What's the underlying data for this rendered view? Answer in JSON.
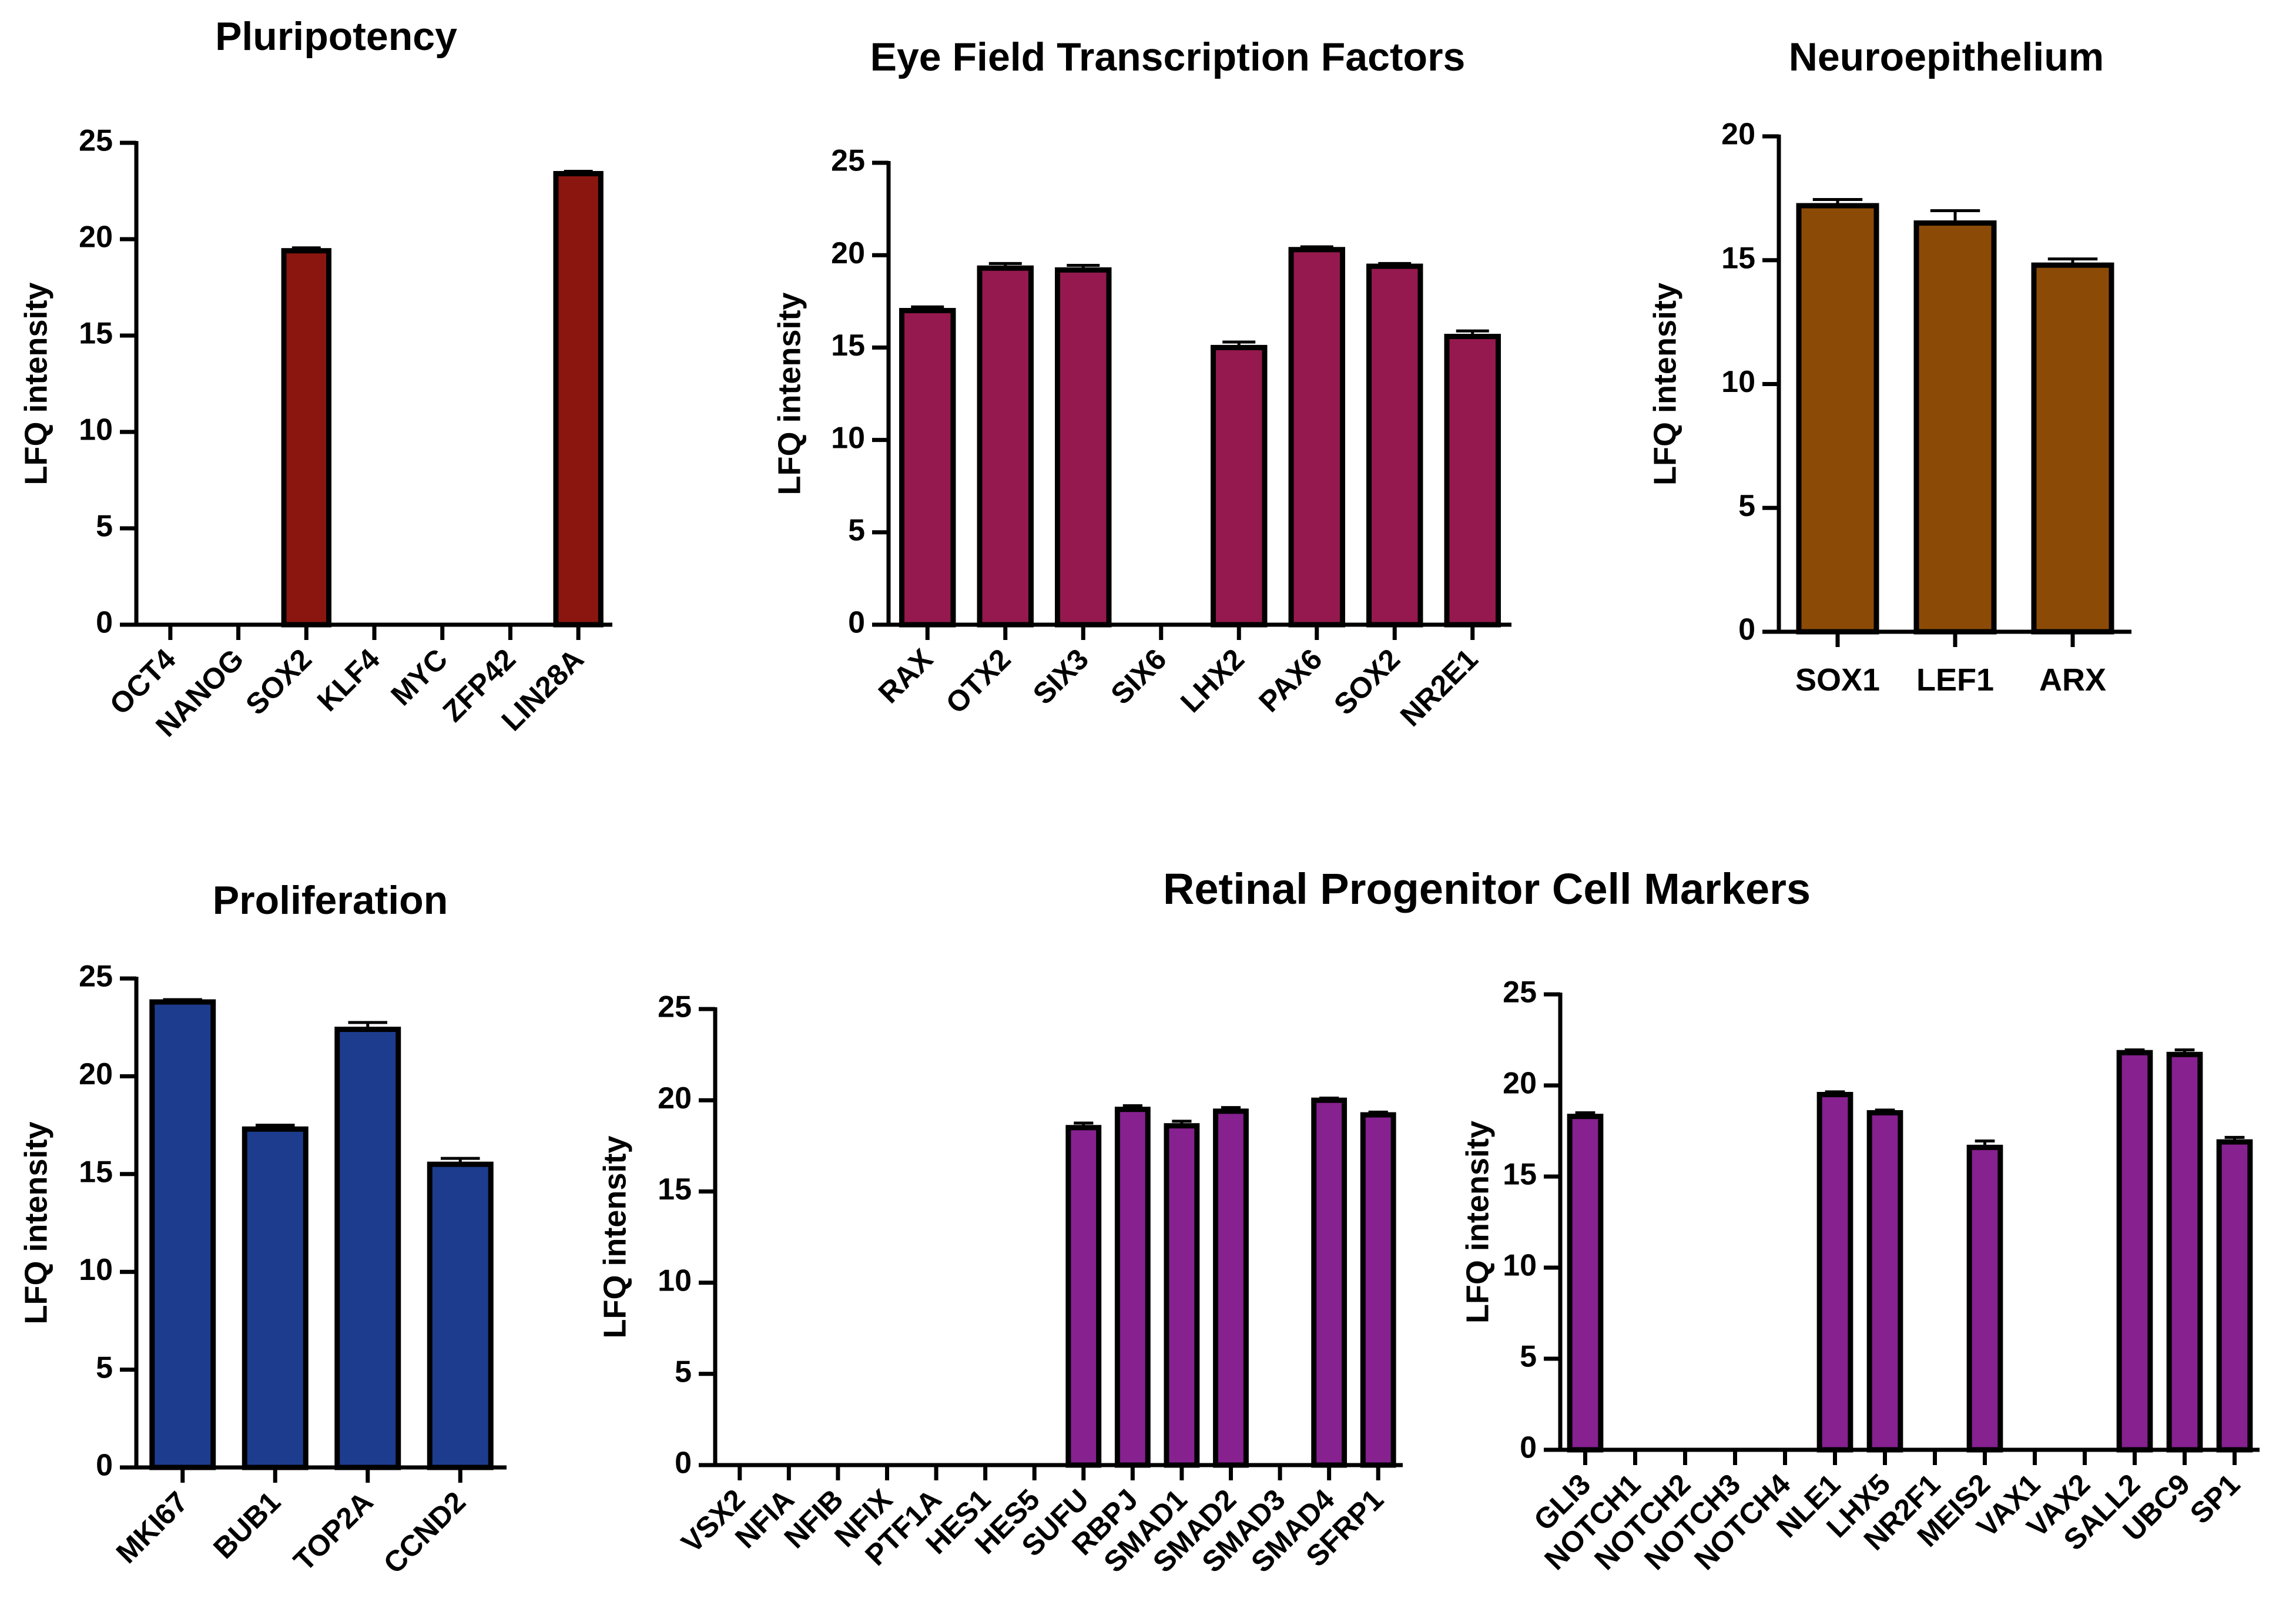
{
  "group_title": "Retinal Progenitor Cell Markers",
  "chart_data": [
    {
      "type": "bar",
      "title": "Pluripotency",
      "ylabel": "LFQ intensity",
      "ylim": [
        0,
        25
      ],
      "yticks": [
        0,
        5,
        10,
        15,
        20,
        25
      ],
      "color": "#8b1610",
      "categories": [
        "OCT4",
        "NANOG",
        "SOX2",
        "KLF4",
        "MYC",
        "ZFP42",
        "LIN28A"
      ],
      "values": [
        0,
        0,
        19.4,
        0,
        0,
        0,
        23.4
      ],
      "errors": [
        0,
        0,
        0.15,
        0,
        0,
        0,
        0.12
      ]
    },
    {
      "type": "bar",
      "title": "Eye Field Transcription Factors",
      "ylabel": "LFQ intensity",
      "ylim": [
        0,
        25
      ],
      "yticks": [
        0,
        5,
        10,
        15,
        20,
        25
      ],
      "color": "#95194e",
      "categories": [
        "RAX",
        "OTX2",
        "SIX3",
        "SIX6",
        "LHX2",
        "PAX6",
        "SOX2",
        "NR2E1"
      ],
      "values": [
        17.0,
        19.3,
        19.2,
        0,
        15.0,
        20.3,
        19.4,
        15.6
      ],
      "errors": [
        0.2,
        0.25,
        0.25,
        0,
        0.3,
        0.15,
        0.15,
        0.3
      ]
    },
    {
      "type": "bar",
      "title": "Neuroepithelium",
      "ylabel": "LFQ intensity",
      "ylim": [
        0,
        20
      ],
      "yticks": [
        0,
        5,
        10,
        15,
        20
      ],
      "color": "#8b4b06",
      "categories": [
        "SOX1",
        "LEF1",
        "ARX"
      ],
      "values": [
        17.2,
        16.5,
        14.8
      ],
      "errors": [
        0.25,
        0.5,
        0.25
      ]
    },
    {
      "type": "bar",
      "title": "Proliferation",
      "ylabel": "LFQ intensity",
      "ylim": [
        0,
        25
      ],
      "yticks": [
        0,
        5,
        10,
        15,
        20,
        25
      ],
      "color": "#1d3c8e",
      "categories": [
        "MKI67",
        "BUB1",
        "TOP2A",
        "CCND2"
      ],
      "values": [
        23.8,
        17.3,
        22.4,
        15.5
      ],
      "errors": [
        0.12,
        0.2,
        0.35,
        0.3
      ]
    },
    {
      "type": "bar",
      "title": "",
      "ylabel": "LFQ intensity",
      "ylim": [
        0,
        25
      ],
      "yticks": [
        0,
        5,
        10,
        15,
        20,
        25
      ],
      "color": "#86218f",
      "categories": [
        "VSX2",
        "NFIA",
        "NFIB",
        "NFIX",
        "PTF1A",
        "HES1",
        "HES5",
        "SUFU",
        "RBPJ",
        "SMAD1",
        "SMAD2",
        "SMAD3",
        "SMAD4",
        "SFRP1"
      ],
      "values": [
        0,
        0,
        0,
        0,
        0,
        0,
        0,
        18.5,
        19.5,
        18.6,
        19.4,
        0,
        20.0,
        19.2
      ],
      "errors": [
        0,
        0,
        0,
        0,
        0,
        0,
        0,
        0.25,
        0.2,
        0.25,
        0.2,
        0,
        0.12,
        0.15
      ]
    },
    {
      "type": "bar",
      "title": "",
      "ylabel": "LFQ intensity",
      "ylim": [
        0,
        25
      ],
      "yticks": [
        0,
        5,
        10,
        15,
        20,
        25
      ],
      "color": "#86218f",
      "categories": [
        "GLI3",
        "NOTCH1",
        "NOTCH2",
        "NOTCH3",
        "NOTCH4",
        "NLE1",
        "LHX5",
        "NR2F1",
        "MEIS2",
        "VAX1",
        "VAX2",
        "SALL2",
        "UBC9",
        "SP1"
      ],
      "values": [
        18.3,
        0,
        0,
        0,
        0,
        19.5,
        18.5,
        0,
        16.6,
        0,
        0,
        21.8,
        21.7,
        16.9
      ],
      "errors": [
        0.2,
        0,
        0,
        0,
        0,
        0.15,
        0.15,
        0,
        0.35,
        0,
        0,
        0.15,
        0.25,
        0.25
      ]
    }
  ]
}
